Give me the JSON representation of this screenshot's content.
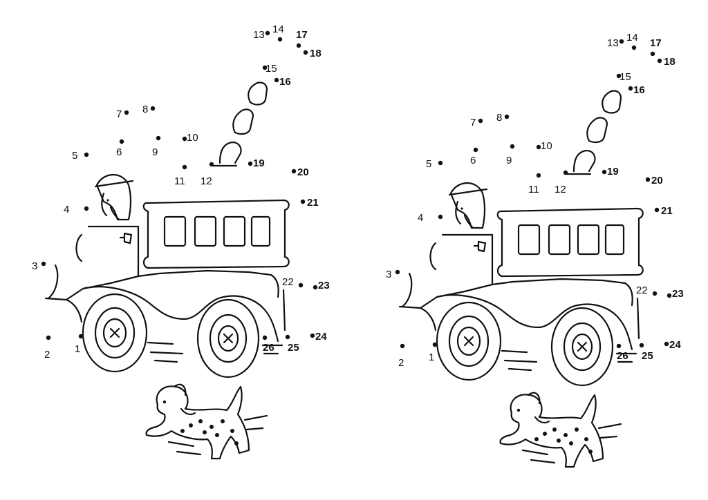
{
  "puzzle": {
    "picture": "fire-truck",
    "ink_color": "#111111",
    "background": "#ffffff",
    "copies": [
      {
        "name": "left-copy"
      },
      {
        "name": "right-copy"
      }
    ],
    "dots": [
      {
        "label": "1"
      },
      {
        "label": "2"
      },
      {
        "label": "3"
      },
      {
        "label": "4"
      },
      {
        "label": "5"
      },
      {
        "label": "6"
      },
      {
        "label": "7"
      },
      {
        "label": "8"
      },
      {
        "label": "9"
      },
      {
        "label": "10"
      },
      {
        "label": "11"
      },
      {
        "label": "12"
      },
      {
        "label": "13"
      },
      {
        "label": "14"
      },
      {
        "label": "15"
      },
      {
        "label": "16"
      },
      {
        "label": "17"
      },
      {
        "label": "18"
      },
      {
        "label": "19"
      },
      {
        "label": "20"
      },
      {
        "label": "21"
      },
      {
        "label": "22"
      },
      {
        "label": "23"
      },
      {
        "label": "24"
      },
      {
        "label": "25"
      },
      {
        "label": "26"
      }
    ]
  }
}
